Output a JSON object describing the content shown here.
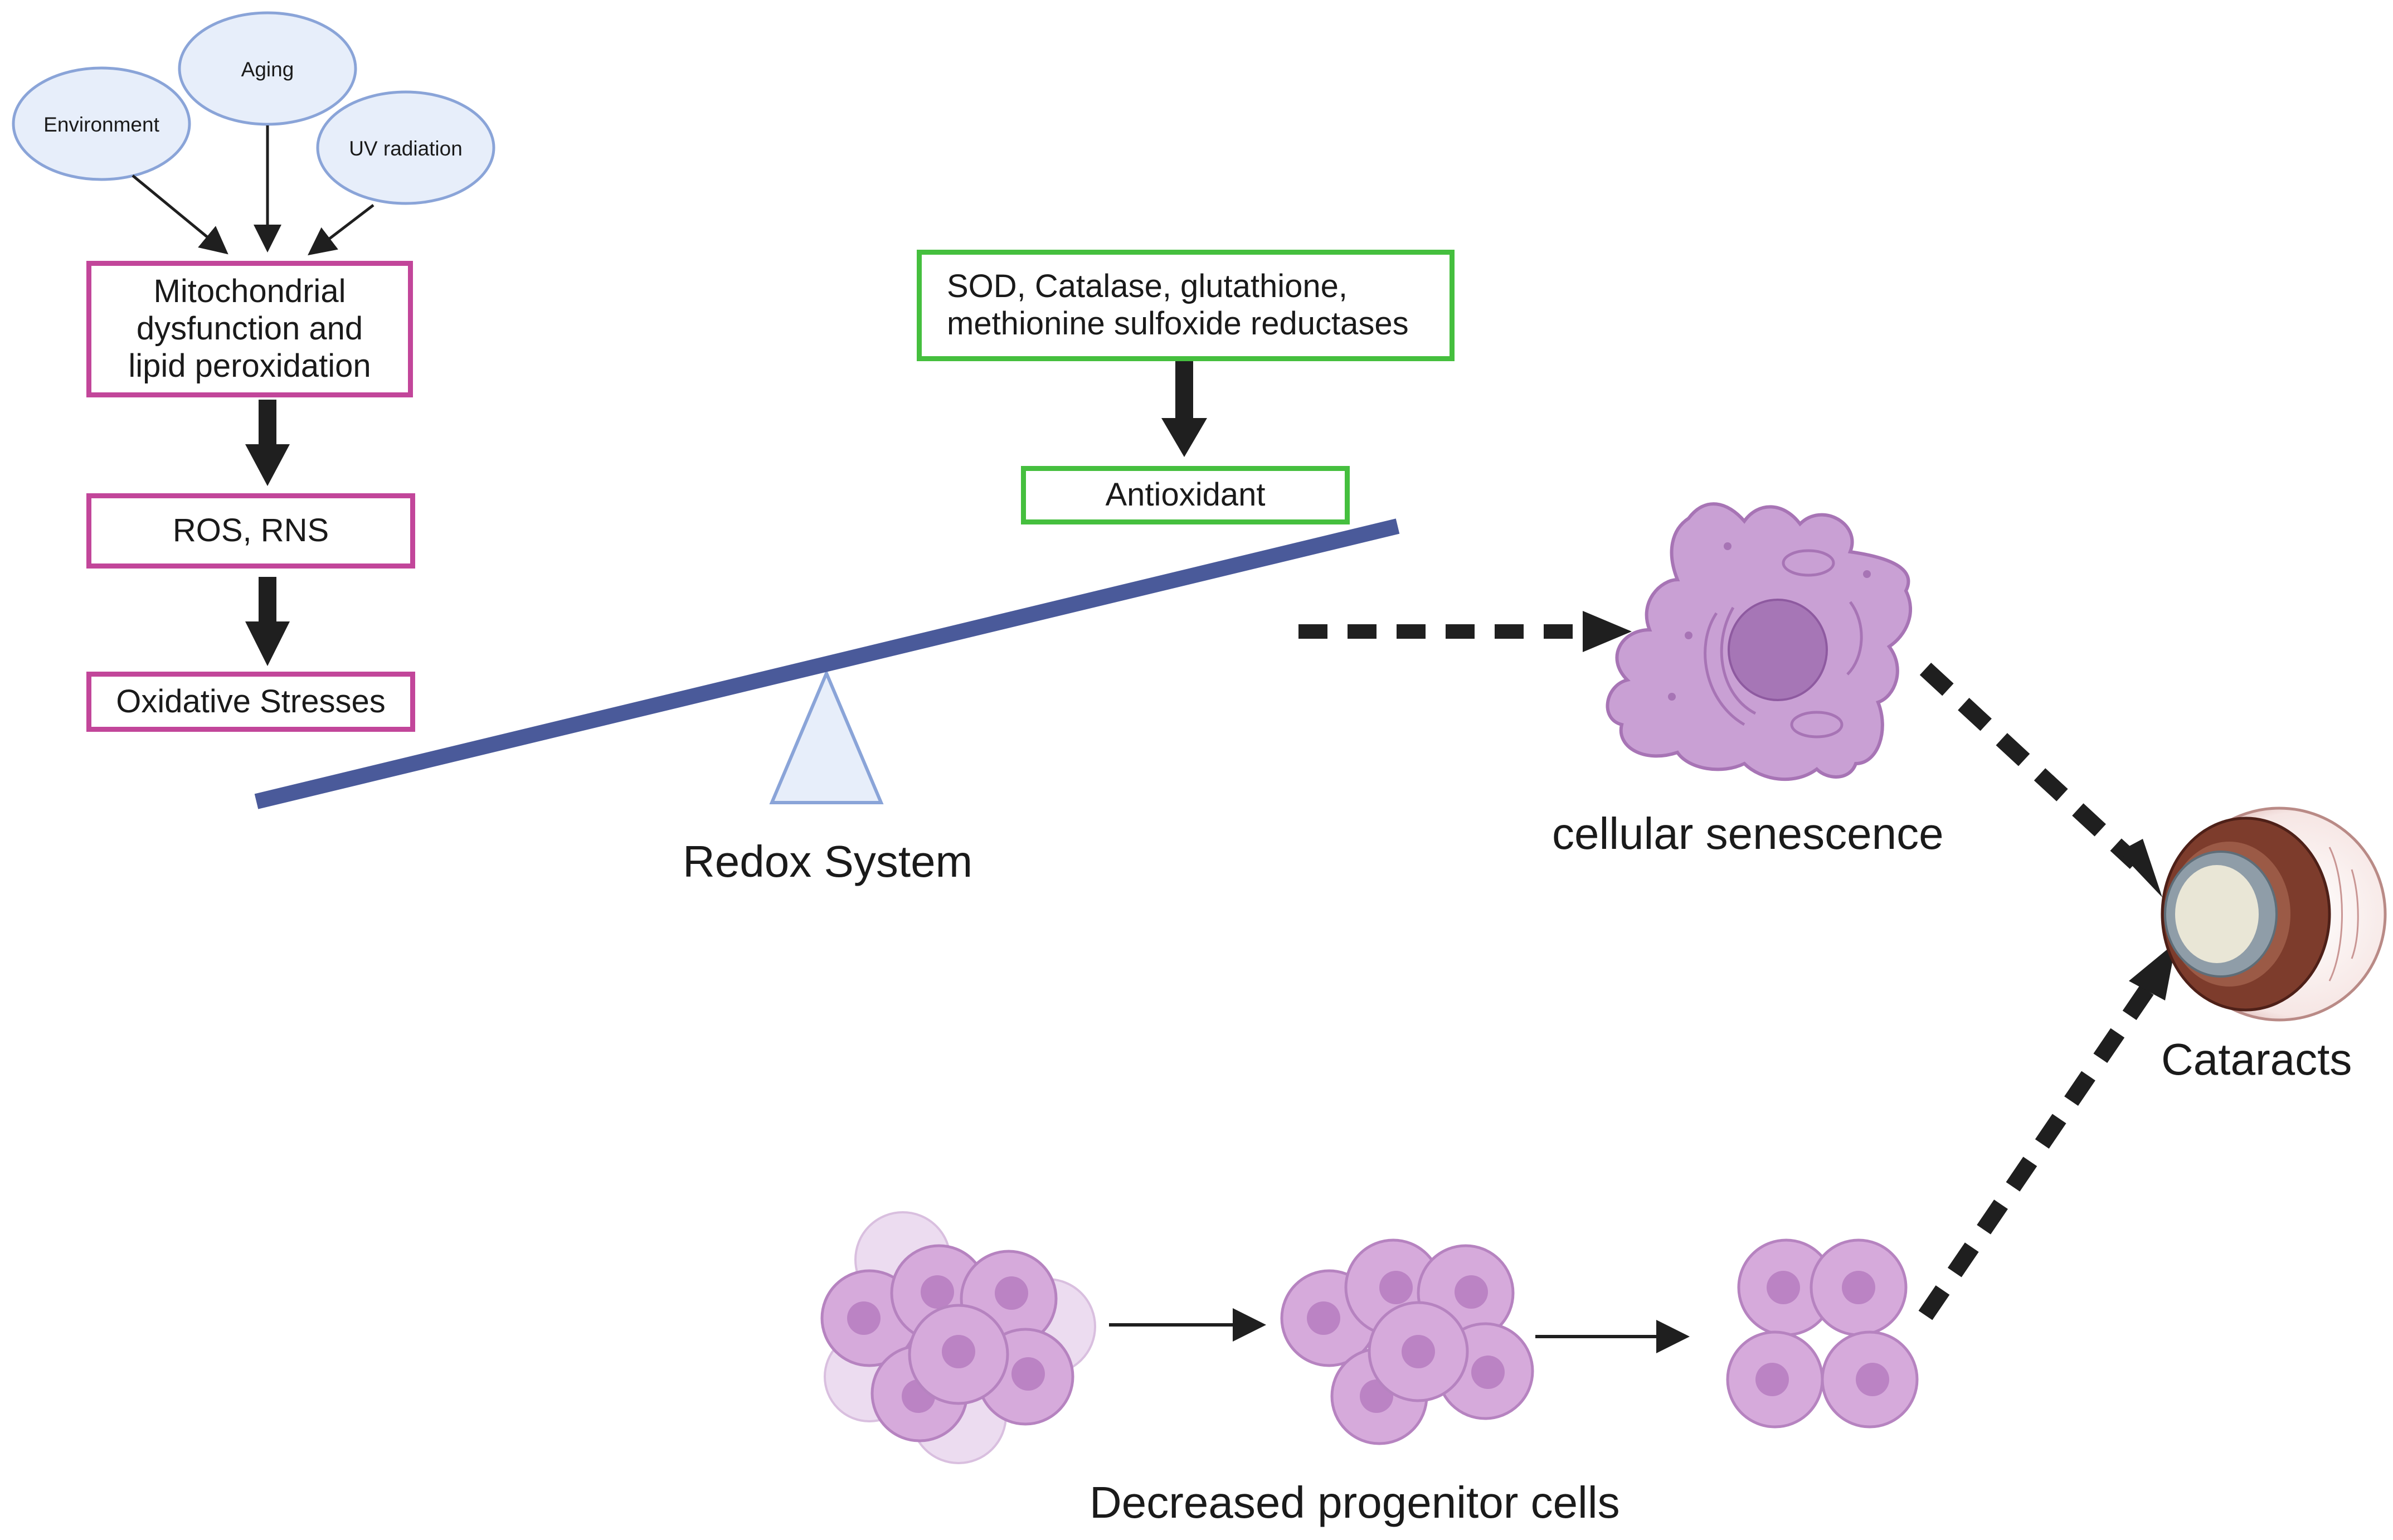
{
  "causes": {
    "environment": "Environment",
    "aging": "Aging",
    "uv": "UV radiation"
  },
  "pathway": {
    "mito": "Mitochondrial\ndysfunction  and\nlipid peroxidation",
    "ros": "ROS, RNS",
    "oxidative": "Oxidative Stresses"
  },
  "antioxidants": {
    "enzymes": "SOD, Catalase, glutathione,\nmethionine sulfoxide reductases",
    "antioxidant": "Antioxidant"
  },
  "labels": {
    "redox": "Redox System",
    "senescence": "cellular senescence",
    "cataracts": "Cataracts",
    "progenitor": "Decreased progenitor cells"
  },
  "colors": {
    "pink_border": "#c2469a",
    "green_border": "#45bf3e",
    "oval_fill": "#e7eefa",
    "oval_stroke": "#8aa4d8",
    "beam": "#4a5a9a",
    "cell_fill": "#d6aadb",
    "cell_nucleus": "#bb83c4",
    "arrow": "#1f1f1f"
  }
}
